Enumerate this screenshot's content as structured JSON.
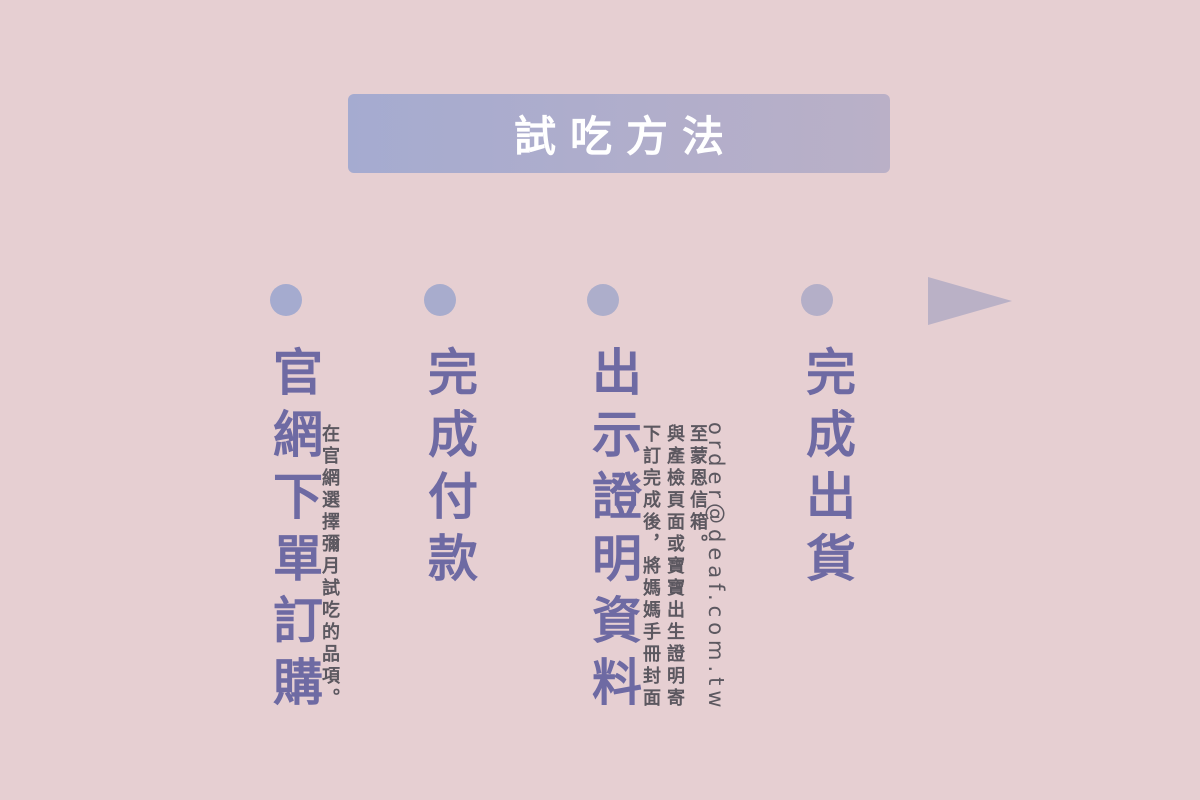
{
  "title": "試吃方法",
  "colors": {
    "background": "#e6cfd2",
    "accent": "#6e6aa3",
    "timeline": "#a6acd0"
  },
  "steps": [
    {
      "label": "官網下單訂購",
      "notes": [
        "在官網選擇彌月試吃的品項。"
      ]
    },
    {
      "label": "完成付款",
      "notes": []
    },
    {
      "label": "出示證明資料",
      "notes": [
        "下訂完成後，將媽媽手冊封面",
        "與產檢頁面或寶寶出生證明寄",
        "至蒙恩信箱。",
        "order@deaf.com.tw"
      ]
    },
    {
      "label": "完成出貨",
      "notes": []
    }
  ]
}
